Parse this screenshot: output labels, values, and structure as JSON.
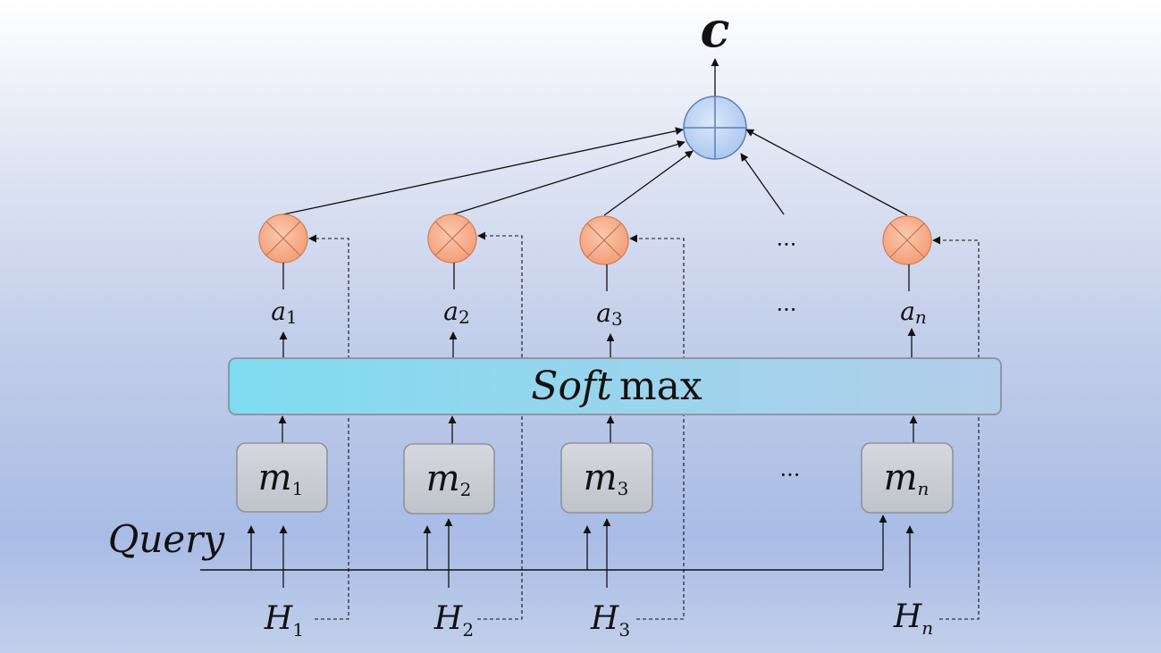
{
  "diagram": {
    "output": {
      "label": "c"
    },
    "softmax": {
      "italic_part": "Soft",
      "roman_part": "max"
    },
    "query": {
      "label": "Query"
    },
    "columns": [
      {
        "m_base": "m",
        "m_sub": "1",
        "a_base": "a",
        "a_sub": "1",
        "h_base": "H",
        "h_sub": "1"
      },
      {
        "m_base": "m",
        "m_sub": "2",
        "a_base": "a",
        "a_sub": "2",
        "h_base": "H",
        "h_sub": "2"
      },
      {
        "m_base": "m",
        "m_sub": "3",
        "a_base": "a",
        "a_sub": "3",
        "h_base": "H",
        "h_sub": "3"
      },
      {
        "m_base": "m",
        "m_sub": "n",
        "a_base": "a",
        "a_sub": "n",
        "h_base": "H",
        "h_sub": "n"
      }
    ],
    "ellipsis": {
      "multiplier_row": "···",
      "attention_row": "···",
      "memory_row": "···"
    },
    "colors": {
      "softmax_left": "#7fdcf0",
      "softmax_right": "#b3cdea",
      "memory_box": "#c9ccd3",
      "multiplier_fill": "#f7a985",
      "sum_node_fill": "#bcd3f3",
      "line": "#111111"
    }
  }
}
